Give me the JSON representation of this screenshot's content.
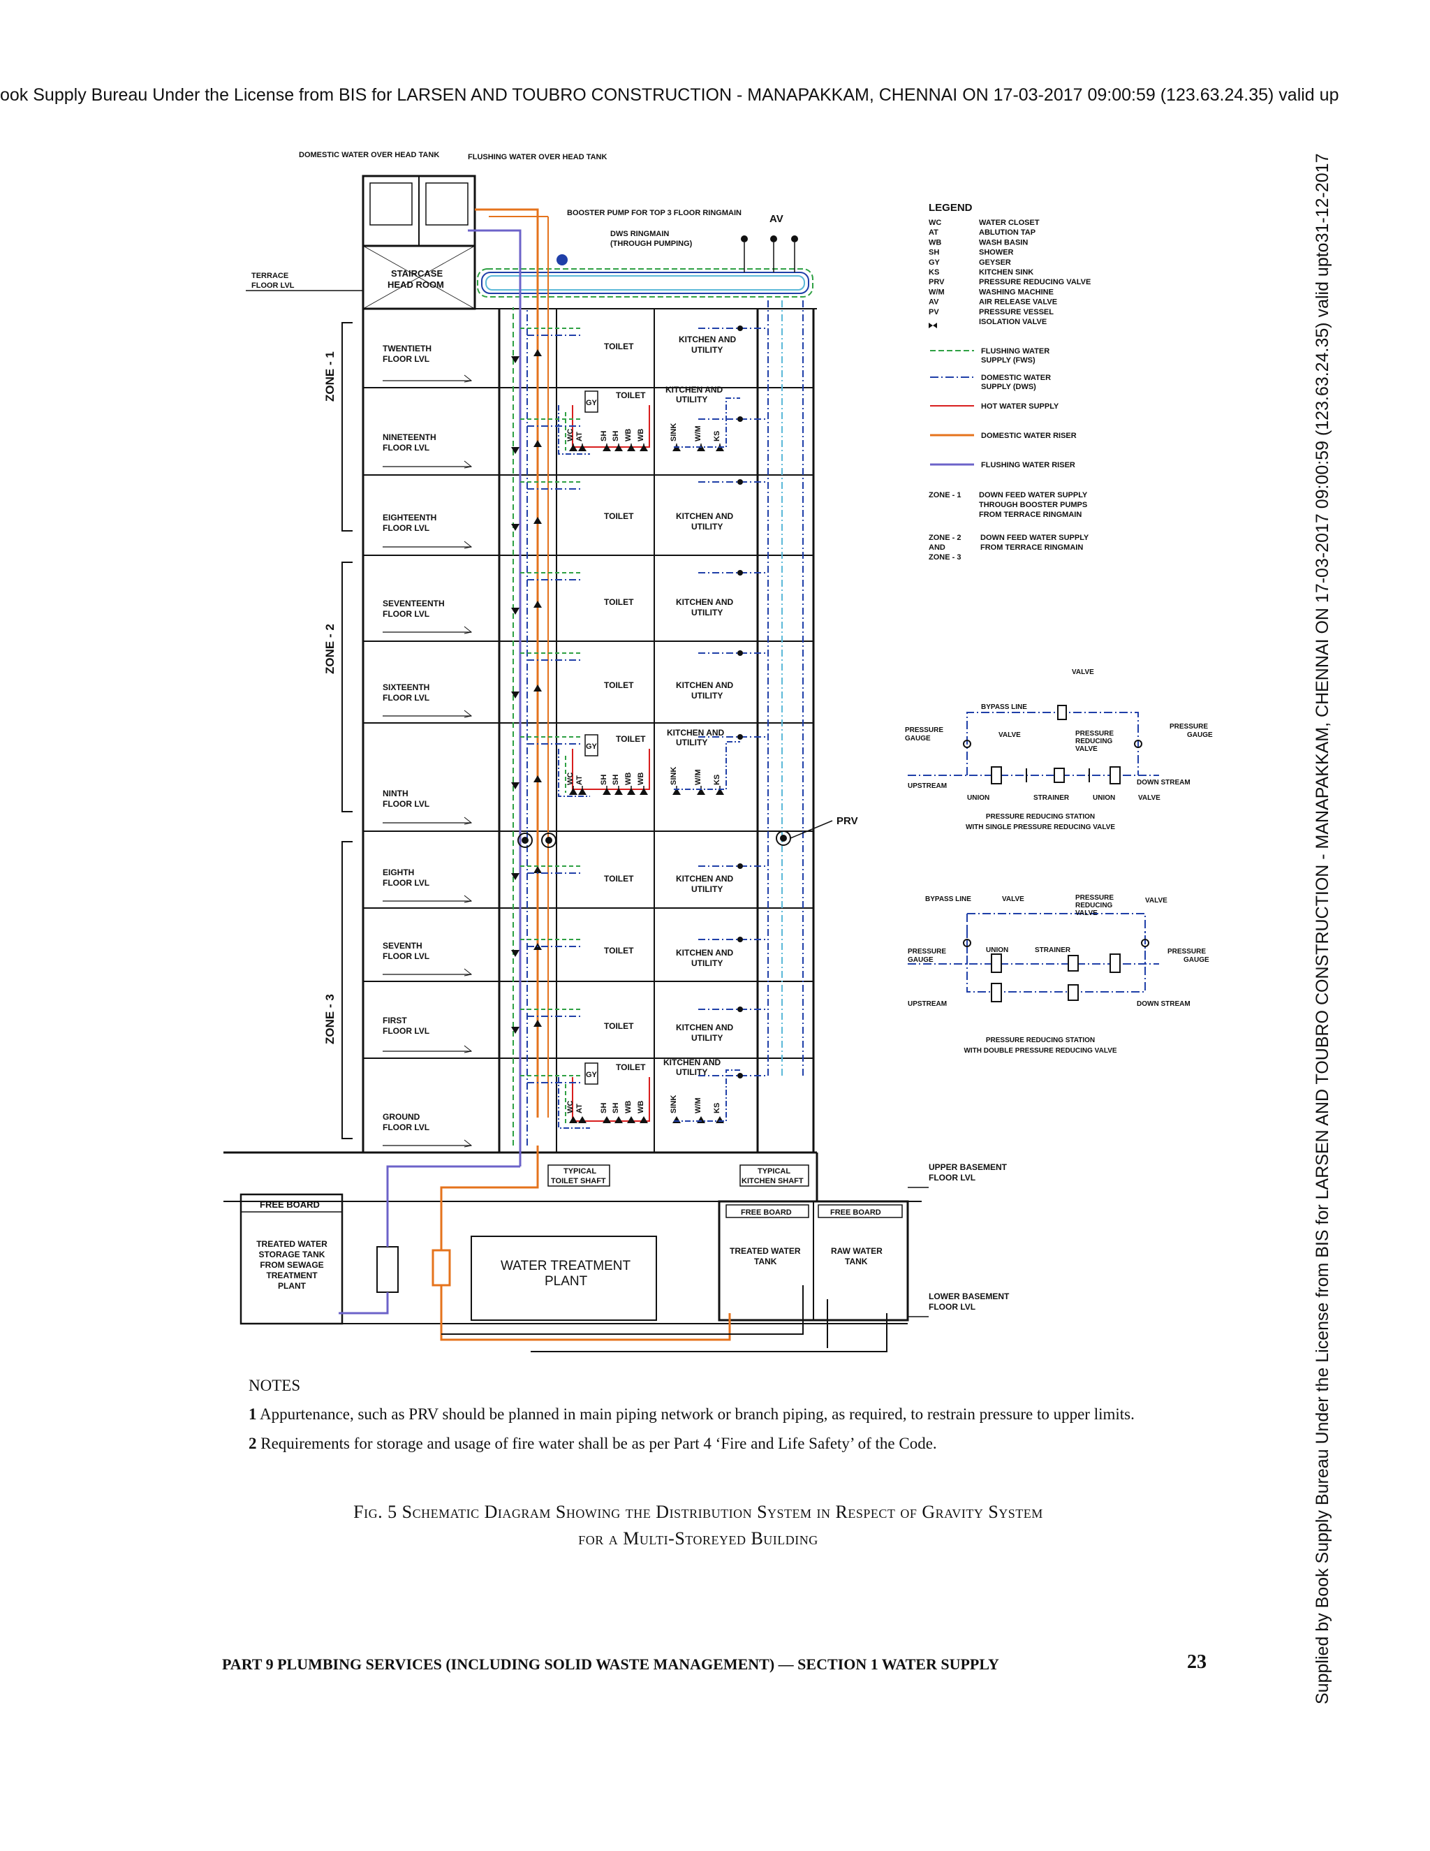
{
  "watermark_top": "ook Supply Bureau Under the License from BIS for LARSEN AND TOUBRO CONSTRUCTION - MANAPAKKAM, CHENNAI ON 17-03-2017 09:00:59 (123.63.24.35) valid up",
  "watermark_side": "Supplied by Book Supply Bureau Under the License from BIS for LARSEN AND TOUBRO CONSTRUCTION - MANAPAKKAM, CHENNAI ON 17-03-2017 09:00:59 (123.63.24.35) valid upto31-12-2017",
  "diagram": {
    "roof": {
      "dw_tank": "DOMESTIC WATER OVER HEAD TANK",
      "fw_tank": "FLUSHING WATER OVER HEAD TANK",
      "booster": "BOOSTER PUMP FOR TOP 3 FLOOR RINGMAIN",
      "ringmain_1": "DWS RINGMAIN",
      "ringmain_2": "(THROUGH PUMPING)",
      "av": "AV",
      "terrace_1": "TERRACE",
      "terrace_2": "FLOOR LVL",
      "staircase_1": "STAIRCASE",
      "staircase_2": "HEAD ROOM"
    },
    "zones": [
      "ZONE - 1",
      "ZONE - 2",
      "ZONE - 3"
    ],
    "floors": [
      {
        "name": "TWENTIETH",
        "lvl": "FLOOR LVL"
      },
      {
        "name": "NINETEENTH",
        "lvl": "FLOOR LVL"
      },
      {
        "name": "EIGHTEENTH",
        "lvl": "FLOOR LVL"
      },
      {
        "name": "SEVENTEENTH",
        "lvl": "FLOOR LVL"
      },
      {
        "name": "SIXTEENTH",
        "lvl": "FLOOR LVL"
      },
      {
        "name": "NINTH",
        "lvl": "FLOOR LVL"
      },
      {
        "name": "EIGHTH",
        "lvl": "FLOOR LVL"
      },
      {
        "name": "SEVENTH",
        "lvl": "FLOOR LVL"
      },
      {
        "name": "FIRST",
        "lvl": "FLOOR LVL"
      },
      {
        "name": "GROUND",
        "lvl": "FLOOR LVL"
      }
    ],
    "rooms": {
      "toilet": "TOILET",
      "kitchen_1": "KITCHEN AND",
      "kitchen_2": "UTILITY",
      "gy": "GY",
      "fixtures": [
        "WC",
        "AT",
        "SH",
        "SH",
        "WB",
        "WB",
        "SINK",
        "W/M",
        "KS"
      ]
    },
    "prv": "PRV",
    "shafts": {
      "typical": "TYPICAL",
      "toilet": "TOILET SHAFT",
      "kitchen": "KITCHEN SHAFT"
    },
    "basement": {
      "upper_1": "UPPER BASEMENT",
      "upper_2": "FLOOR LVL",
      "lower_1": "LOWER BASEMENT",
      "lower_2": "FLOOR LVL",
      "free_board": "FREE BOARD",
      "treated_storage": [
        "TREATED WATER",
        "STORAGE TANK",
        "FROM SEWAGE",
        "TREATMENT",
        "PLANT"
      ],
      "wtp_1": "WATER TREATMENT",
      "wtp_2": "PLANT",
      "treated_tank_1": "TREATED WATER",
      "treated_tank_2": "TANK",
      "raw_tank_1": "RAW WATER",
      "raw_tank_2": "TANK"
    },
    "legend": {
      "title": "LEGEND",
      "abbrev": [
        {
          "code": "WC",
          "desc": "WATER CLOSET"
        },
        {
          "code": "AT",
          "desc": "ABLUTION TAP"
        },
        {
          "code": "WB",
          "desc": "WASH BASIN"
        },
        {
          "code": "SH",
          "desc": "SHOWER"
        },
        {
          "code": "GY",
          "desc": "GEYSER"
        },
        {
          "code": "KS",
          "desc": "KITCHEN SINK"
        },
        {
          "code": "PRV",
          "desc": "PRESSURE REDUCING VALVE"
        },
        {
          "code": "W/M",
          "desc": "WASHING MACHINE"
        },
        {
          "code": "AV",
          "desc": "AIR RELEASE VALVE"
        },
        {
          "code": "PV",
          "desc": "PRESSURE VESSEL"
        },
        {
          "code": "",
          "desc": "ISOLATION VALVE"
        }
      ],
      "lines": [
        {
          "label_1": "FLUSHING WATER",
          "label_2": "SUPPLY (FWS)",
          "color": "#2ea043",
          "style": "dashed"
        },
        {
          "label_1": "DOMESTIC WATER",
          "label_2": "SUPPLY (DWS)",
          "color": "#1f3fa8",
          "style": "dashdot"
        },
        {
          "label_1": "HOT WATER SUPPLY",
          "label_2": "",
          "color": "#d81e1e",
          "style": "solid"
        },
        {
          "label_1": "DOMESTIC WATER RISER",
          "label_2": "",
          "color": "#e5731c",
          "style": "solid"
        },
        {
          "label_1": "FLUSHING WATER RISER",
          "label_2": "",
          "color": "#6c63c9",
          "style": "solid"
        }
      ],
      "zone1_key": "ZONE - 1",
      "zone1_desc": [
        "DOWN FEED WATER SUPPLY",
        "THROUGH BOOSTER PUMPS",
        "FROM TERRACE RINGMAIN"
      ],
      "zone23_key": [
        "ZONE - 2",
        "AND",
        "ZONE - 3"
      ],
      "zone23_desc": [
        "DOWN FEED WATER SUPPLY",
        "FROM TERRACE RINGMAIN"
      ]
    },
    "prs1": {
      "valve": "VALVE",
      "bypass": "BYPASS LINE",
      "pg_left_1": "PRESSURE",
      "pg_left_2": "GAUGE",
      "pg_right_1": "PRESSURE",
      "pg_right_2": "GAUGE",
      "valve2": "VALVE",
      "prv_1": "PRESSURE",
      "prv_2": "REDUCING",
      "prv_3": "VALVE",
      "upstream": "UPSTREAM",
      "downstream": "DOWN STREAM",
      "union1": "UNION",
      "strainer": "STRAINER",
      "union2": "UNION",
      "valve3": "VALVE",
      "caption_1": "PRESSURE REDUCING STATION",
      "caption_2": "WITH SINGLE PRESSURE REDUCING VALVE"
    },
    "prs2": {
      "bypass": "BYPASS LINE",
      "valve": "VALVE",
      "prv_1": "PRESSURE",
      "prv_2": "REDUCING",
      "prv_3": "VALVE",
      "valve_r": "VALVE",
      "pg_left_1": "PRESSURE",
      "pg_left_2": "GAUGE",
      "pg_right_1": "PRESSURE",
      "pg_right_2": "GAUGE",
      "union": "UNION",
      "strainer": "STRAINER",
      "upstream": "UPSTREAM",
      "downstream": "DOWN STREAM",
      "caption_1": "PRESSURE REDUCING STATION",
      "caption_2": "WITH DOUBLE PRESSURE REDUCING VALVE"
    }
  },
  "notes": {
    "heading": "NOTES",
    "items": [
      {
        "num": "1",
        "text": "Appurtenance, such as PRV should be planned in main piping network or branch piping, as required, to restrain pressure to upper limits."
      },
      {
        "num": "2",
        "text": "Requirements for storage and usage of fire water shall be as per Part 4 ‘Fire and Life Safety’ of the Code."
      }
    ]
  },
  "caption": {
    "line1": "Fig. 5 Schematic Diagram Showing the Distribution System in Respect of Gravity System",
    "line2": "for a Multi-Storeyed Building"
  },
  "footer": {
    "text": "PART 9 PLUMBING SERVICES (INCLUDING SOLID WASTE MANAGEMENT) — SECTION 1 WATER SUPPLY",
    "page": "23"
  }
}
